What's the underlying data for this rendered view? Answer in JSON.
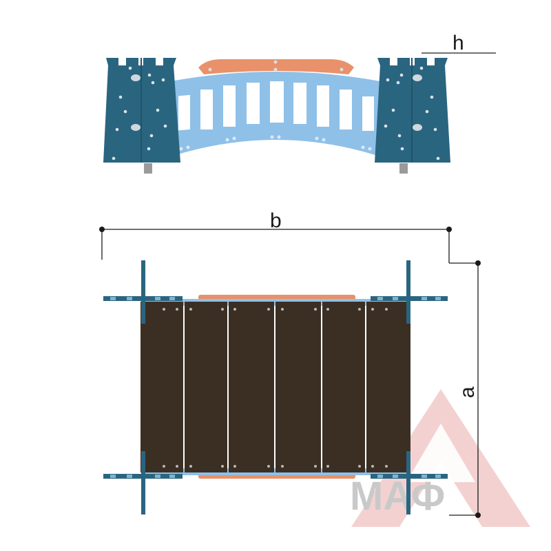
{
  "labels": {
    "height": "h",
    "width": "b",
    "depth": "a"
  },
  "watermark": {
    "text": "МАФ",
    "icon": "triangle-a-logo-icon"
  },
  "colors": {
    "tower": "#2a6580",
    "tower_dark": "#1f5468",
    "bridge": "#8fc0e8",
    "rail": "#e8916a",
    "deck": "#3b2f24",
    "post": "#9a9a9a",
    "dimension_line": "#1a1a1a",
    "watermark_red": "#f2c9c9",
    "watermark_grey": "#c9c9c9"
  }
}
